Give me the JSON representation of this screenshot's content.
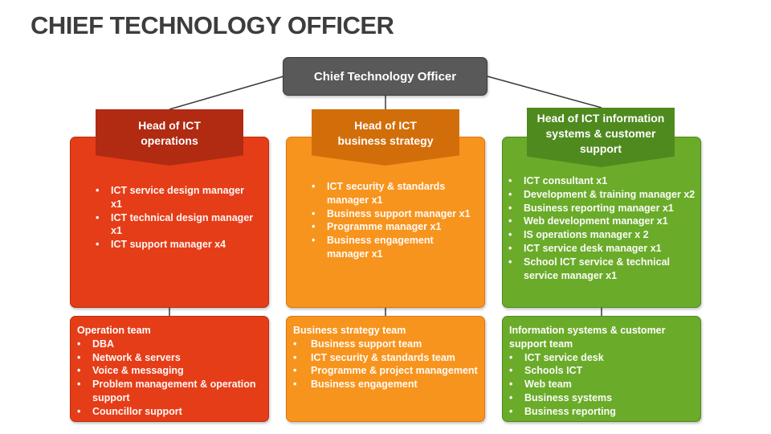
{
  "page": {
    "title": "CHIEF TECHNOLOGY OFFICER"
  },
  "colors": {
    "title_text": "#3d3d3d",
    "cto_box": "#595959",
    "operations_card": "#E53D18",
    "operations_banner": "#B02B12",
    "strategy_card": "#F7941E",
    "strategy_banner": "#D26E0A",
    "information_card": "#6BAB2A",
    "information_banner": "#4F8A1F",
    "connector": "#3a3a3a"
  },
  "root": {
    "label": "Chief Technology Officer"
  },
  "columns": [
    {
      "head": "Head of ICT operations",
      "head_lines": [
        "Head of ICT",
        "operations"
      ],
      "roles": [
        "ICT service design manager x1",
        "ICT technical design manager x1",
        "ICT support manager x4"
      ],
      "team": {
        "title": "Operation team",
        "items": [
          "DBA",
          "Network & servers",
          "Voice & messaging",
          "Problem management & operation support",
          "Councillor support"
        ]
      }
    },
    {
      "head": "Head of ICT business strategy",
      "head_lines": [
        "Head of ICT",
        "business strategy"
      ],
      "roles": [
        "ICT security & standards manager x1",
        "Business support manager x1",
        "Programme manager x1",
        "Business engagement manager x1"
      ],
      "team": {
        "title": "Business strategy team",
        "items": [
          "Business support team",
          "ICT security & standards team",
          "Programme & project management",
          "Business engagement"
        ]
      }
    },
    {
      "head": "Head of ICT information systems & customer support",
      "head_lines": [
        "Head of ICT information",
        "systems & customer",
        "support"
      ],
      "roles": [
        "ICT consultant x1",
        "Development & training manager x2",
        "Business reporting manager x1",
        "Web development manager x1",
        "IS operations manager x 2",
        "ICT service desk manager x1",
        "School ICT service & technical service manager x1"
      ],
      "team": {
        "title": "Information systems & customer support team",
        "items": [
          "ICT service desk",
          "Schools ICT",
          "Web team",
          "Business systems",
          "Business reporting"
        ]
      }
    }
  ]
}
